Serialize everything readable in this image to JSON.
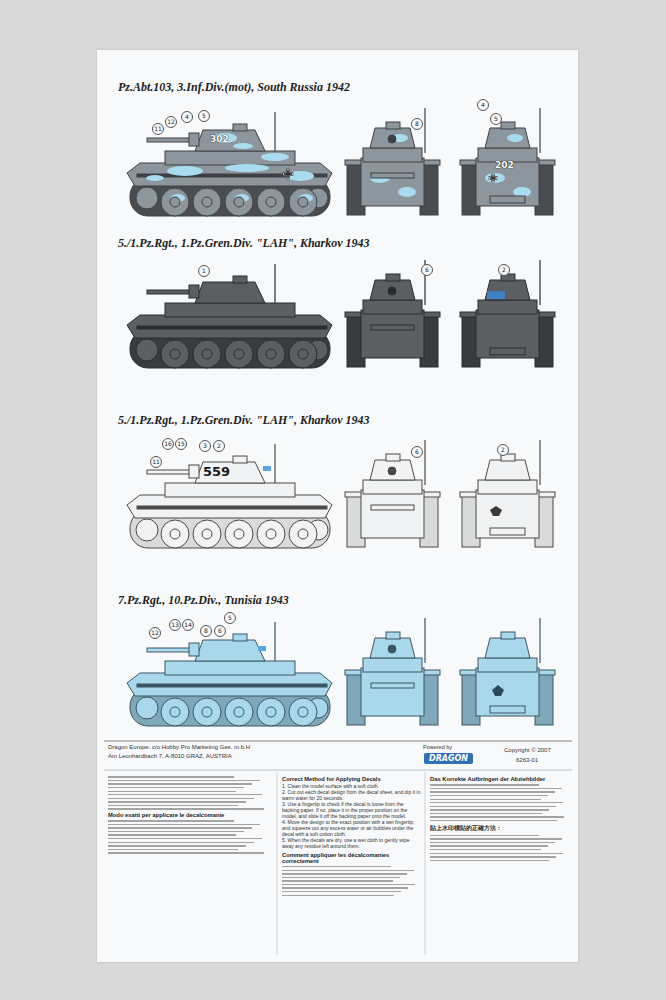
{
  "diagram": {
    "labels": [
      "Pz.Abt.103, 3.Inf.Div.(mot), South Russia 1942",
      "11",
      "12",
      "4",
      "5",
      "8",
      "4",
      "5",
      "302",
      "202",
      "5./1.Pz.Rgt., 1.Pz.Gren.Div. \"LAH\", Kharkov 1943",
      "1",
      "6",
      "2",
      "5./1.Pz.Rgt., 1.Pz.Gren.Div. \"LAH\", Kharkov 1943",
      "16",
      "15",
      "3",
      "2",
      "11",
      "559",
      "6",
      "2",
      "7.Pz.Rgt., 10.Pz.Div., Tunisia 1943",
      "12",
      "13",
      "14",
      "8",
      "6",
      "5",
      "Dragon Europe: c/o Hobby Pro Marketing Ges. m.b.H",
      "Am Leonhardbach 7, A-8010 GRAZ, AUSTRIA",
      "Powered by",
      "DRAGON",
      "Copyright © 2007",
      "6263-01",
      "Correct Method for Applying Decals",
      "1. Clean the model surface with a soft cloth.",
      "2. Cut out each decal design from the decal sheet, and dip it in warm water for 20 seconds.",
      "3. Use a fingertip to check if the decal is loose from the backing paper. If so, place it in the proper position on the model, and slide it off the backing paper onto the model.",
      "4. Move the design to the exact position with a wet fingertip, and squeeze out any excess water or air bubbles under the decal with a soft cotton cloth.",
      "5. When the decals are dry, use a wet cloth to gently wipe away any residue left around them.",
      "Modo esatti per applicare le decalcomanie",
      "Comment appliquer les décalcomanies correctement",
      "Das Korrekte Aufbringen der Abziehbilder",
      "貼上水印標貼的正確方法："
    ]
  }
}
